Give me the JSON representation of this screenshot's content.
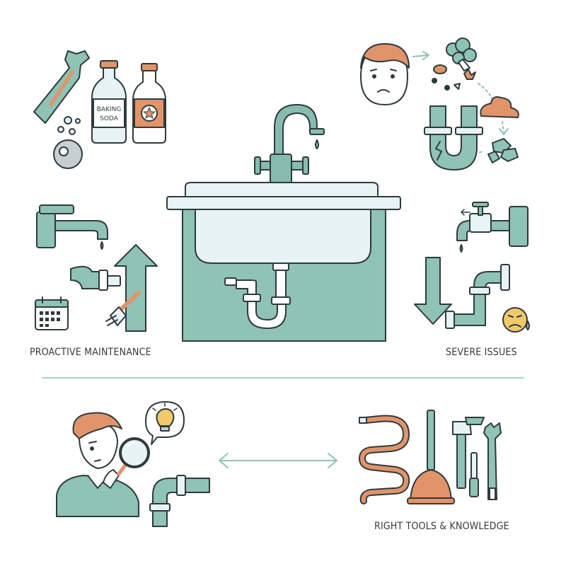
{
  "labels": {
    "proactive_maintenance": "PROACTIVE MAINTENANCE",
    "severe_issues": "SEVERE ISSUES",
    "right_tools": "RIGHT TOOLS & KNOWLEDGE"
  },
  "bottle": {
    "line1": "BAKING",
    "line2": "SODA"
  },
  "colors": {
    "teal": "#8fc3b5",
    "teal_dark": "#78ad9f",
    "orange": "#e1946a",
    "outline": "#2f3a3d",
    "light_blue": "#e8f3f6",
    "faucet": "#86bcb0"
  }
}
